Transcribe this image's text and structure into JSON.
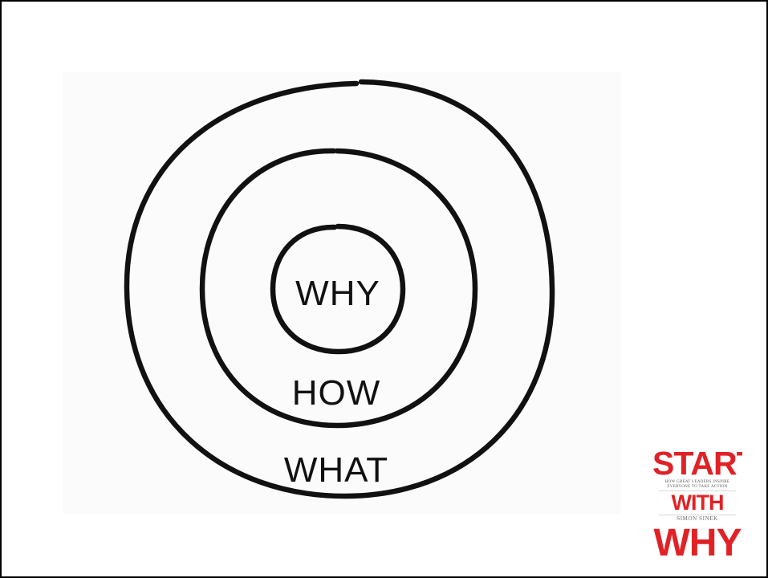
{
  "diagram": {
    "rings": [
      {
        "label": "WHY"
      },
      {
        "label": "HOW"
      },
      {
        "label": "WHAT"
      }
    ]
  },
  "book": {
    "title_line1": "START",
    "title_line2": "WITH",
    "title_line3": "WHY",
    "subtitle_line1": "HOW GREAT LEADERS INSPIRE",
    "subtitle_line2": "EVERYONE TO TAKE ACTION",
    "author": "SIMON SINEK",
    "title_color": "#e02226"
  }
}
